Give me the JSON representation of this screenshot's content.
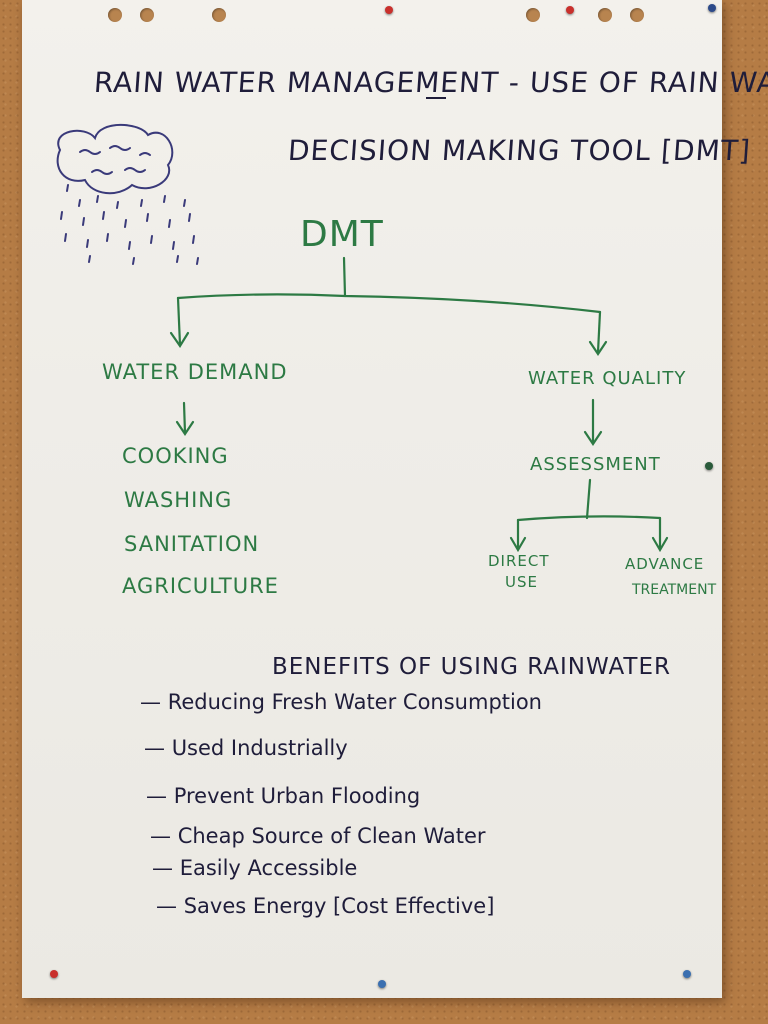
{
  "title_line1": "RAIN WATER MANAGEMENT - USE OF RAIN WATER",
  "title_line2": "DECISION MAKING TOOL [DMT]",
  "root_node": "DMT",
  "left_branch": {
    "label": "WATER DEMAND",
    "items": [
      "COOKING",
      "WASHING",
      "SANITATION",
      "AGRICULTURE"
    ]
  },
  "right_branch": {
    "label": "WATER QUALITY",
    "step": "ASSESSMENT",
    "options": [
      {
        "line1": "DIRECT",
        "line2": "USE"
      },
      {
        "line1": "ADVANCE",
        "line2": "TREATMENT"
      }
    ]
  },
  "benefits": {
    "heading": "BENEFITS OF USING RAINWATER",
    "items": [
      "Reducing Fresh Water Consumption",
      "Used Industrially",
      "Prevent Urban Flooding",
      "Cheap Source of Clean Water",
      "Easily Accessible",
      "Saves Energy [Cost Effective]"
    ]
  },
  "colors": {
    "navy_ink": "#1f1d3a",
    "green_ink": "#2d7a44",
    "paper": "#efede8",
    "corkboard": "#b57c45"
  }
}
